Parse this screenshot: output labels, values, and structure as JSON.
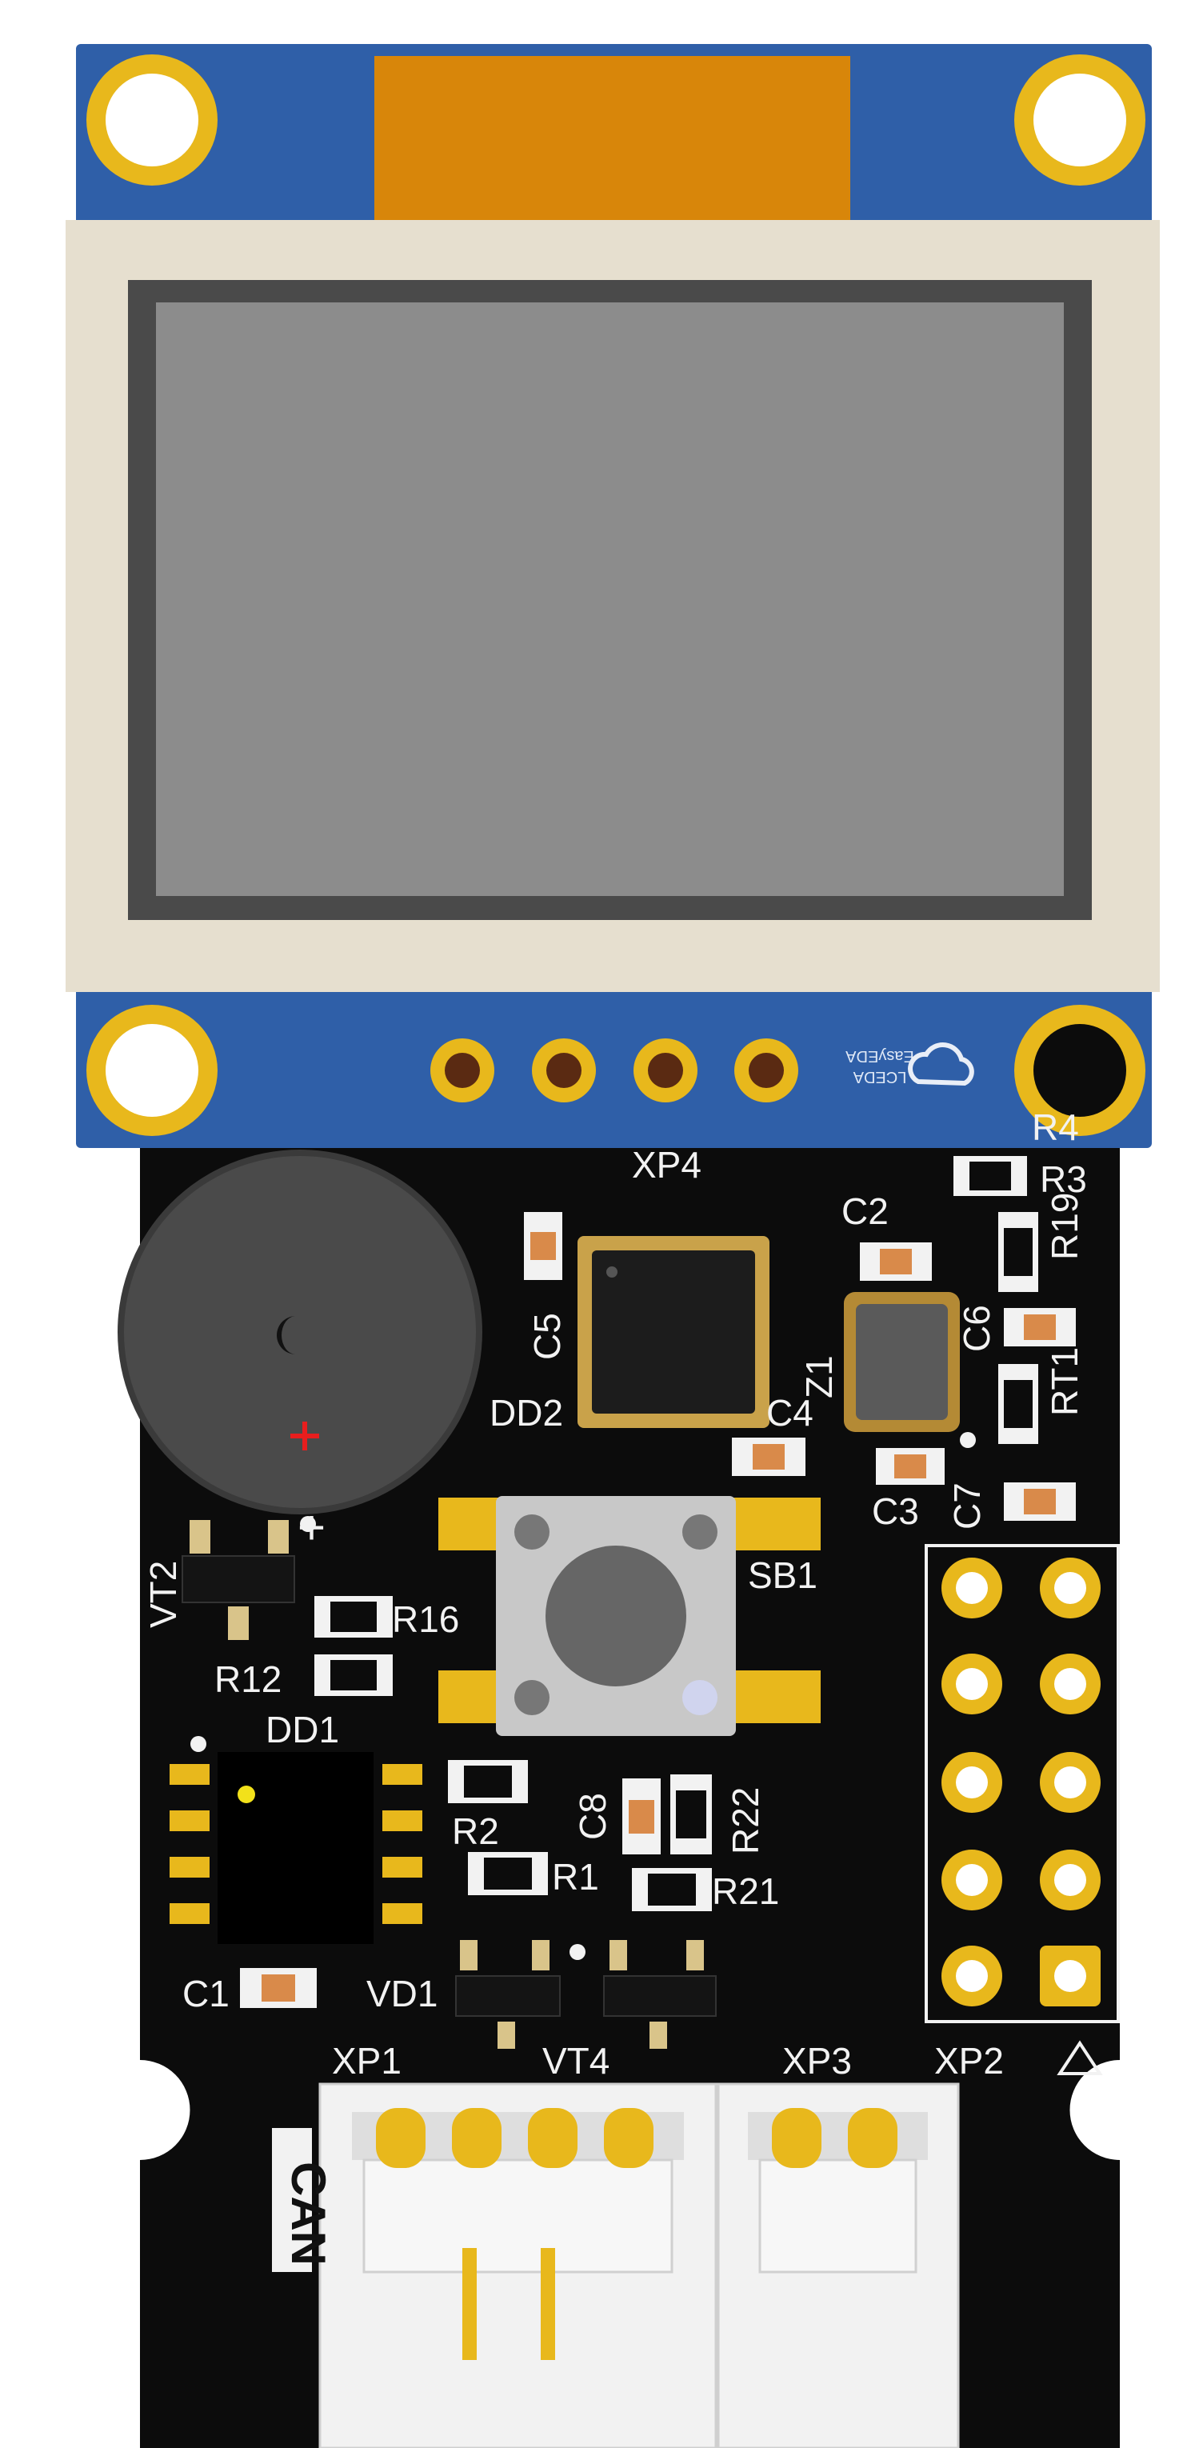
{
  "labels": {
    "xp4": "XP4",
    "r3": "R3",
    "c2": "C2",
    "r19": "R19",
    "c6": "C6",
    "rt1": "RT1",
    "c5": "C5",
    "dd2": "DD2",
    "c4": "C4",
    "z1": "Z1",
    "c3": "C3",
    "c7": "C7",
    "vt2": "VT2",
    "r16": "R16",
    "sb1": "SB1",
    "r12": "R12",
    "dd1": "DD1",
    "r2": "R2",
    "c8": "C8",
    "r22": "R22",
    "r1": "R1",
    "r21": "R21",
    "c1": "C1",
    "vd1": "VD1",
    "xp1": "XP1",
    "vt4": "VT4",
    "xp3": "XP3",
    "xp2": "XP2",
    "r4": "R4",
    "can": "CAN",
    "plus": "+",
    "logo_line1": "LCEDA",
    "logo_line2": "EasyEDA"
  },
  "colors": {
    "pcb": "#0c0c0c",
    "display_pcb": "#2f5fa8",
    "bezel": "#e6dfcf",
    "screen": "#8c8c8c",
    "gold": "#e8b81c",
    "flex": "#d8860a",
    "connector": "#f2f2f2"
  }
}
